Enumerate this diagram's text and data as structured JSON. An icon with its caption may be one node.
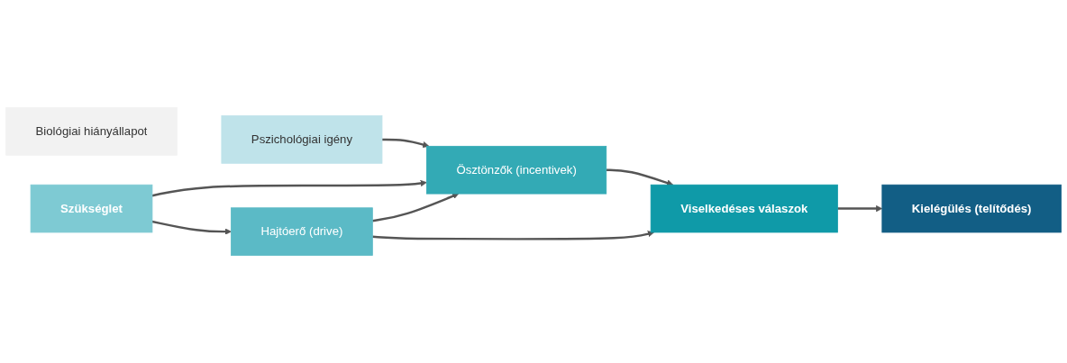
{
  "diagram": {
    "nodes": [
      {
        "text": [
          "Biológiai hiányállapot"
        ]
      },
      {
        "text": [
          "Pszichológiai igény"
        ]
      },
      {
        "text": [
          "Szükséglet"
        ]
      },
      {
        "text": [
          "Hajtóerő (drive)"
        ]
      },
      {
        "text": [
          "Viselkedéses válaszok"
        ]
      },
      {
        "text": [
          "Kielégülés (telítődés)"
        ]
      },
      {
        "text": [
          "Ösztönzők (incentivek)"
        ]
      }
    ],
    "edges": [
      {
        "from": 2,
        "to": 3,
        "arrow": "to"
      },
      {
        "from": 3,
        "to": 4,
        "arrow": "to"
      },
      {
        "from": 1,
        "to": 6,
        "arrow": "to"
      },
      {
        "from": 2,
        "to": 6,
        "arrow": "to"
      },
      {
        "from": 3,
        "to": 6,
        "arrow": "to"
      },
      {
        "from": 6,
        "to": 4,
        "arrow": "to"
      },
      {
        "from": 4,
        "to": 5,
        "arrow": "to"
      }
    ]
  }
}
